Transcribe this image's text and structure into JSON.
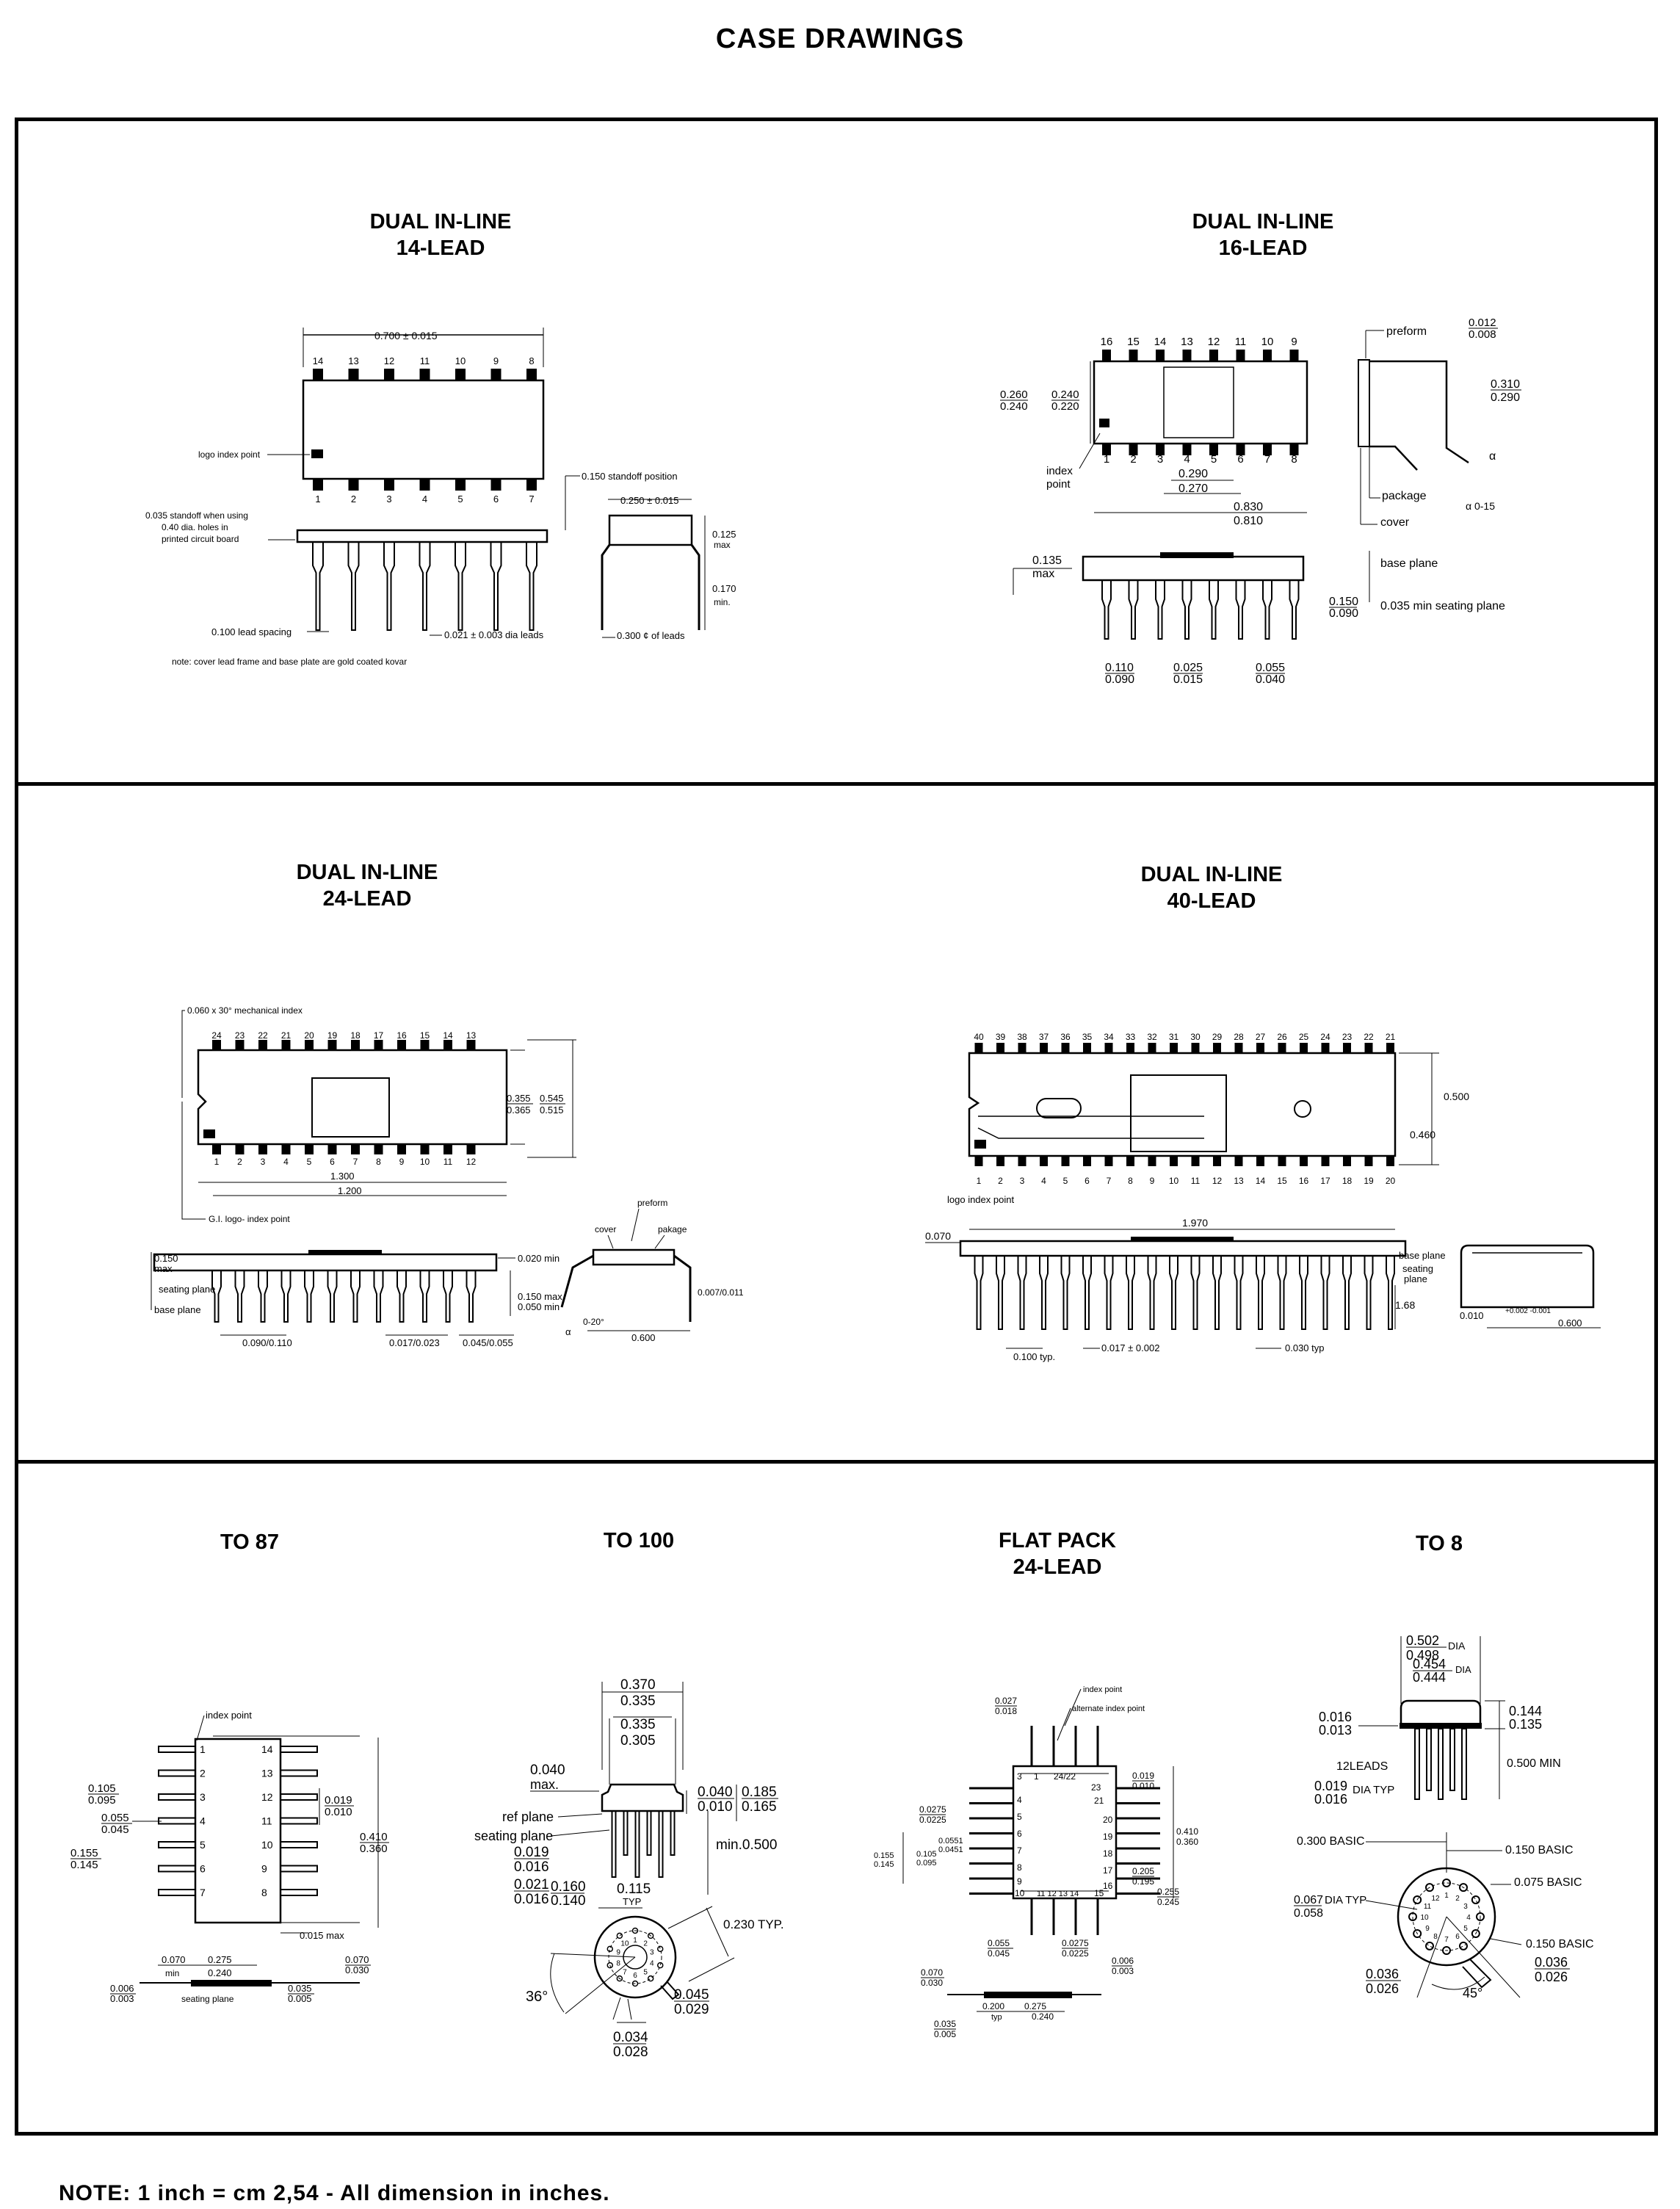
{
  "title": "CASE DRAWINGS",
  "note": "NOTE:  1 inch  =  cm 2,54  -  All  dimension  in  inches.",
  "packages": {
    "dil14": {
      "title_line1": "DUAL IN-LINE",
      "title_line2": "14-LEAD",
      "top_pins": [
        "14",
        "13",
        "12",
        "11",
        "10",
        "9",
        "8"
      ],
      "bottom_pins": [
        "1",
        "2",
        "3",
        "4",
        "5",
        "6",
        "7"
      ],
      "labels": {
        "width": "0.700 ± 0.015",
        "logo": "logo index point",
        "standoff_pos": "0.150 standoff position",
        "standoff_note_1": "0.035 standoff when using",
        "standoff_note_2": "0.40 dia. holes in",
        "standoff_note_3": "printed circuit board",
        "body_width": "0.250 ± 0.015",
        "max_h": "0.125",
        "max": "max",
        "lead_len": "0.170",
        "min": "min.",
        "lead_spacing": "0.100 lead spacing",
        "lead_dia": "0.021 ± 0.003 dia leads",
        "lead_row": "0.300 ¢ of leads",
        "footnote": "note: cover lead frame and base plate are gold coated kovar"
      }
    },
    "dil16": {
      "title_line1": "DUAL IN-LINE",
      "title_line2": "16-LEAD",
      "top_pins": [
        "16",
        "15",
        "14",
        "13",
        "12",
        "11",
        "10",
        "9"
      ],
      "bottom_pins": [
        "1",
        "2",
        "3",
        "4",
        "5",
        "6",
        "7",
        "8"
      ],
      "labels": {
        "h1a": "0.260",
        "h1b": "0.240",
        "h2a": "0.240",
        "h2b": "0.220",
        "index": "index",
        "point": "point",
        "w290": "0.290",
        "w270": "0.270",
        "w830": "0.830",
        "w810": "0.810",
        "preform": "preform",
        "t012": "0.012",
        "t008": "0.008",
        "w310": "0.310",
        "w290b": "0.290",
        "alpha": "α",
        "package": "package",
        "cover": "cover",
        "angle": "α 0-15",
        "h135": "0.135",
        "max": "max",
        "base_plane": "base plane",
        "s150": "0.150",
        "s090": "0.090",
        "seating": "0.035 min seating plane",
        "p110": "0.110",
        "p090": "0.090",
        "p025": "0.025",
        "p015": "0.015",
        "p055": "0.055",
        "p040": "0.040"
      }
    },
    "dil24": {
      "title_line1": "DUAL IN-LINE",
      "title_line2": "24-LEAD",
      "top_pins": [
        "24",
        "23",
        "22",
        "21",
        "20",
        "19",
        "18",
        "17",
        "16",
        "15",
        "14",
        "13"
      ],
      "bottom_pins": [
        "1",
        "2",
        "3",
        "4",
        "5",
        "6",
        "7",
        "8",
        "9",
        "10",
        "11",
        "12"
      ],
      "labels": {
        "mech_index": "0.060 x 30° mechanical index",
        "w355": "0.355",
        "w365": "0.365",
        "w545": "0.545",
        "w515": "0.515",
        "l1300": "1.300",
        "l1200": "1.200",
        "logo": "G.I. logo- index point",
        "h150": "0.150",
        "max": "max",
        "seating": "seating plane",
        "base": "base plane",
        "m020": "0.020 min",
        "m150": "0.150 max",
        "m050": "0.050 min",
        "p090": "0.090/0.110",
        "p017": "0.017/0.023",
        "p045": "0.045/0.055",
        "cover": "cover",
        "preform": "preform",
        "pakage": "pakage",
        "t007": "0.007/0.011",
        "angle": "0-20°",
        "alpha": "α",
        "w600": "0.600"
      }
    },
    "dil40": {
      "title_line1": "DUAL IN-LINE",
      "title_line2": "40-LEAD",
      "top_pins": [
        "40",
        "39",
        "38",
        "37",
        "36",
        "35",
        "34",
        "33",
        "32",
        "31",
        "30",
        "29",
        "28",
        "27",
        "26",
        "25",
        "24",
        "23",
        "22",
        "21"
      ],
      "bottom_pins": [
        "1",
        "2",
        "3",
        "4",
        "5",
        "6",
        "7",
        "8",
        "9",
        "10",
        "11",
        "12",
        "13",
        "14",
        "15",
        "16",
        "17",
        "18",
        "19",
        "20"
      ],
      "labels": {
        "w500": "0.500",
        "w460": "0.460",
        "logo": "logo index point",
        "l1970": "1.970",
        "h070": "0.070",
        "base": "base plane",
        "seating": "seating",
        "plane": "plane",
        "h168": "1.68",
        "p100": "0.100 typ.",
        "p017": "0.017 ± 0.002",
        "p030": "0.030 typ",
        "t010": "0.010",
        "tol": "+0.002 -0.001",
        "w600": "0.600"
      }
    },
    "to87": {
      "title": "TO 87",
      "left_pins": [
        "1",
        "2",
        "3",
        "4",
        "5",
        "6",
        "7"
      ],
      "right_pins": [
        "14",
        "13",
        "12",
        "11",
        "10",
        "9",
        "8"
      ],
      "labels": {
        "index": "index point",
        "d105": "0.105",
        "d095": "0.095",
        "d055": "0.055",
        "d045": "0.045",
        "d155": "0.155",
        "d145": "0.145",
        "d019": "0.019",
        "d010": "0.010",
        "d410": "0.410",
        "d360": "0.360",
        "d015": "0.015 max",
        "d070": "0.070",
        "d275": "0.275",
        "min": "min",
        "d240": "0.240",
        "d070r": "0.070",
        "d030": "0.030",
        "d006": "0.006",
        "d003": "0.003",
        "seating": "seating plane",
        "d035": "0.035",
        "d005": "0.005"
      }
    },
    "to100": {
      "title": "TO 100",
      "pins": [
        "1",
        "2",
        "3",
        "4",
        "5",
        "6",
        "7",
        "8",
        "9",
        "10"
      ],
      "labels": {
        "d370": "0.370",
        "d335": "0.335",
        "d335b": "0.335",
        "d305": "0.305",
        "d040": "0.040",
        "max": "max.",
        "ref": "ref plane",
        "seating": "seating plane",
        "d040r": "0.040",
        "d010": "0.010",
        "d185": "0.185",
        "d165": "0.165",
        "min500": "min.0.500",
        "d019": "0.019",
        "d016": "0.016",
        "d021": "0.021",
        "d016b": "0.016",
        "d160": "0.160",
        "d140": "0.140",
        "d115": "0.115",
        "typ": "TYP",
        "d230": "0.230 TYP.",
        "a36": "36°",
        "d045": "0.045",
        "d029": "0.029",
        "d034": "0.034",
        "d028": "0.028"
      }
    },
    "flat24": {
      "title_line1": "FLAT PACK",
      "title_line2": "24-LEAD",
      "labels": {
        "index": "index point",
        "alt_index": "alternate index point",
        "d027": "0.027",
        "d018": "0.018",
        "p1": "1",
        "p24": "24/22",
        "p23": "23",
        "p21": "21",
        "p20": "20",
        "p19": "19",
        "p18": "18",
        "p17": "17",
        "p16": "16",
        "p15": "15",
        "p3": "3",
        "p4": "4",
        "p5": "5",
        "p6": "6",
        "p7": "7",
        "p8": "8",
        "p9": "9",
        "p10": "10",
        "pb": "11 12 13 14",
        "d019": "0.019",
        "d010": "0.010",
        "d0275": "0.0275",
        "d0225": "0.0225",
        "d0551": "0.0551",
        "d0451": "0.0451",
        "d105": "0.105",
        "d095": "0.095",
        "d155": "0.155",
        "d145": "0.145",
        "d410": "0.410",
        "d360": "0.360",
        "d205": "0.205",
        "d195": "0.195",
        "d255": "0.255",
        "d245": "0.245",
        "d055": "0.055",
        "d045": "0.045",
        "d0275b": "0.0275",
        "d0225b": "0.0225",
        "d006": "0.006",
        "d003": "0.003",
        "d070": "0.070",
        "d030": "0.030",
        "d200": "0.200",
        "d275": "0.275",
        "typ": "typ",
        "d240": "0.240",
        "d035": "0.035",
        "d005": "0.005"
      }
    },
    "to8": {
      "title": "TO 8",
      "pins": [
        "1",
        "2",
        "3",
        "4",
        "5",
        "6",
        "7",
        "8",
        "9",
        "10",
        "11",
        "12"
      ],
      "labels": {
        "d502": "0.502",
        "d498": "0.498",
        "dia": "DIA",
        "d454": "0.454",
        "d444": "0.444",
        "d016": "0.016",
        "d013": "0.013",
        "d144": "0.144",
        "d135": "0.135",
        "leads": "12LEADS",
        "d019": "0.019",
        "d016b": "0.016",
        "diatyp": "DIA TYP",
        "d500": "0.500 MIN",
        "d300": "0.300 BASIC",
        "d150": "0.150 BASIC",
        "d075": "0.075 BASIC",
        "d067": "0.067",
        "d058": "0.058",
        "diatyp2": "DIA TYP",
        "d150b": "0.150 BASIC",
        "d036": "0.036",
        "d026": "0.026",
        "d036b": "0.036",
        "d026b": "0.026",
        "a45": "45°"
      }
    }
  }
}
